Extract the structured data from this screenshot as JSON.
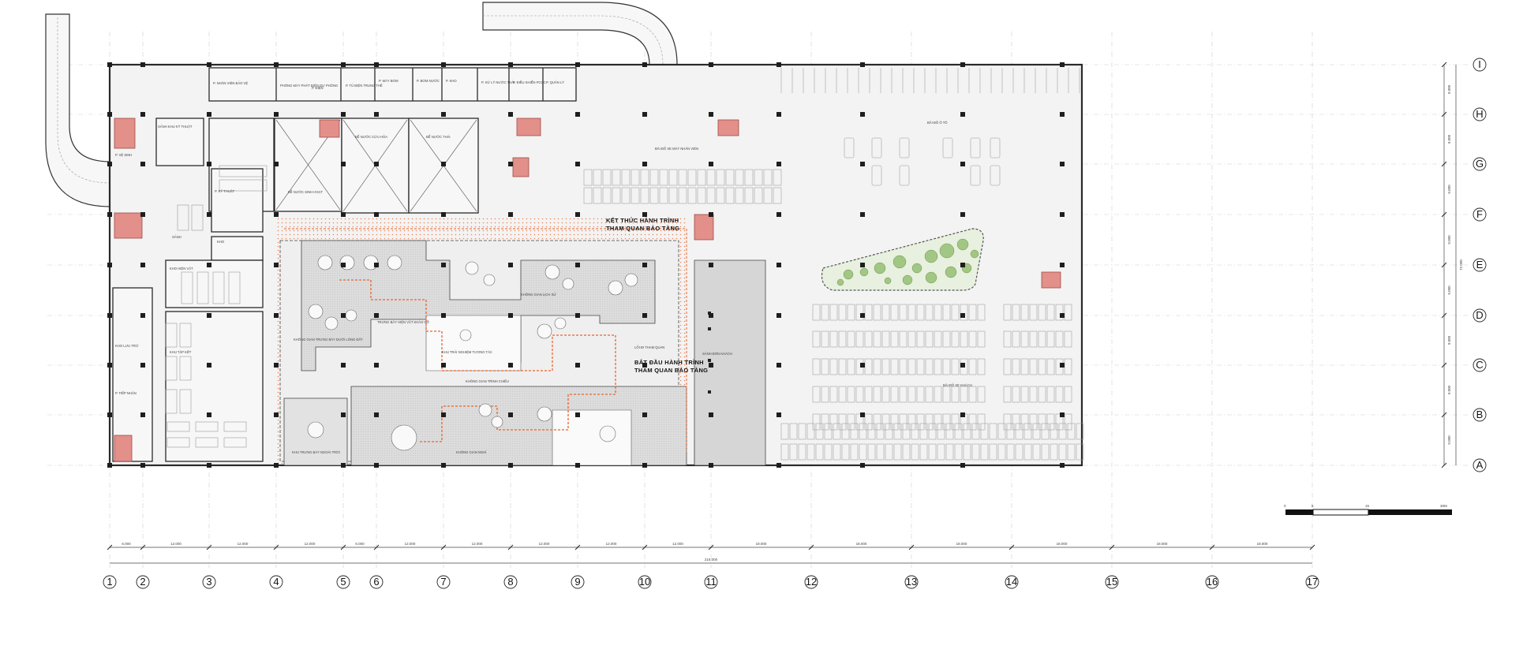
{
  "grid": {
    "columns": [
      "1",
      "2",
      "3",
      "4",
      "5",
      "6",
      "7",
      "8",
      "9",
      "10",
      "11",
      "12",
      "13",
      "14",
      "15",
      "16",
      "17"
    ],
    "rows": [
      "I",
      "H",
      "G",
      "F",
      "E",
      "D",
      "C",
      "B",
      "A"
    ],
    "column_spacing": [
      "6.000",
      "12.000",
      "12.000",
      "12.000",
      "6.000",
      "12.000",
      "12.000",
      "12.000",
      "12.000",
      "12.000",
      "18.000",
      "18.000",
      "18.000",
      "18.000",
      "18.000",
      "18.000"
    ],
    "overall_dimension": "216.000",
    "row_spacing": [
      "9.000",
      "9.000",
      "9.000",
      "9.000",
      "9.000",
      "9.000",
      "9.000",
      "9.000"
    ],
    "overall_row_dimension": "72.000"
  },
  "journey": {
    "end_line1": "KẾT THÚC HÀNH TRÌNH",
    "end_line2": "THAM QUAN BẢO TÀNG",
    "start_line1": "BẮT ĐẦU HÀNH TRÌNH",
    "start_line2": "THAM QUAN BẢO TÀNG"
  },
  "rooms": {
    "top_row": [
      "P. NHÂN VIÊN BẢO VỆ",
      "PHÒNG MÁY PHÁT ĐIỆN DỰ PHÒNG",
      "P. ĐIỆN",
      "P. TỦ ĐIỆN TRUNG THẾ",
      "P. MÁY BƠM",
      "P. BƠM NƯỚC",
      "P. KHO",
      "P. XỬ LÝ NƯỚC THẢI",
      "P. ĐIỀU KHIỂN PCCC",
      "P. QUẢN LÝ"
    ],
    "left_block": [
      "SẢNH KHU KỸ THUẬT",
      "P. KỸ THUẬT",
      "KHO",
      "SẢNH",
      "P. VỆ SINH",
      "KHO HIỆN VẬT",
      "KHU TẬP KẾT",
      "KHO LƯU TRỮ",
      "P. TIẾP NHẬN"
    ],
    "tanks": [
      "BỂ NƯỚC SINH HOẠT",
      "BỂ NƯỚC CỨU HỎA",
      "BỂ NƯỚC THẢI"
    ],
    "exhibits": [
      "KHÔNG GIAN TRƯNG BÀY DƯỚI LÒNG ĐẤT",
      "TRƯNG BÀY HIỆN VẬT KHẢO CỔ",
      "KHÔNG GIAN LỊCH SỬ",
      "KHU TRẢI NGHIỆM TƯƠNG TÁC",
      "KHÔNG GIAN TRÌNH CHIẾU",
      "LỐI ĐI THAM QUAN",
      "KHU TRƯNG BÀY NGOÀI TRỜI",
      "SẢNH ĐÓN KHÁCH",
      "KHÔNG GIAN NGHỈ"
    ],
    "parking": [
      "BÃI ĐỖ XE MÁY NHÂN VIÊN",
      "BÃI ĐỖ Ô TÔ",
      "BÃI ĐỖ XE KHÁCH"
    ]
  },
  "scale_bar": {
    "labels": [
      "0",
      "5",
      "15",
      "30M"
    ]
  },
  "colors": {
    "stair": "#e38f8a",
    "route": "#e6652e",
    "hatch": "#d4d4d4",
    "wall": "#2a2a2a",
    "floor": "#f3f3f3",
    "garden": "#7fae5e"
  }
}
